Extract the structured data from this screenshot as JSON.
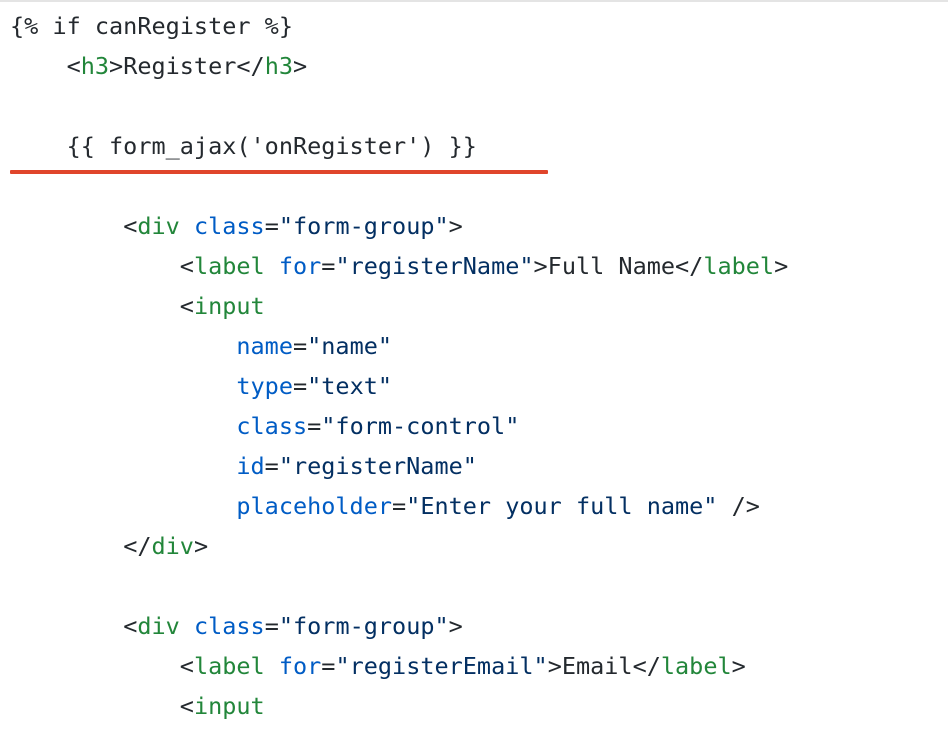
{
  "colors": {
    "text": "#24292e",
    "tag": "#22863a",
    "attribute": "#005cc5",
    "string": "#032f62",
    "underline": "#e0452b"
  },
  "code": {
    "lines": [
      {
        "indent": 0,
        "tokens": [
          {
            "t": "{% if canRegister %}",
            "k": "plain"
          }
        ]
      },
      {
        "indent": 1,
        "tokens": [
          {
            "t": "<",
            "k": "plain"
          },
          {
            "t": "h3",
            "k": "tag"
          },
          {
            "t": ">Register</",
            "k": "plain"
          },
          {
            "t": "h3",
            "k": "tag"
          },
          {
            "t": ">",
            "k": "plain"
          }
        ]
      },
      {
        "indent": 0,
        "tokens": []
      },
      {
        "indent": 1,
        "tokens": [
          {
            "t": "{{ form_ajax('onRegister') }}",
            "k": "plain"
          }
        ]
      },
      {
        "indent": 0,
        "tokens": []
      },
      {
        "indent": 2,
        "tokens": [
          {
            "t": "<",
            "k": "plain"
          },
          {
            "t": "div",
            "k": "tag"
          },
          {
            "t": " ",
            "k": "plain"
          },
          {
            "t": "class",
            "k": "attr"
          },
          {
            "t": "=",
            "k": "plain"
          },
          {
            "t": "\"form-group\"",
            "k": "str"
          },
          {
            "t": ">",
            "k": "plain"
          }
        ]
      },
      {
        "indent": 3,
        "tokens": [
          {
            "t": "<",
            "k": "plain"
          },
          {
            "t": "label",
            "k": "tag"
          },
          {
            "t": " ",
            "k": "plain"
          },
          {
            "t": "for",
            "k": "attr"
          },
          {
            "t": "=",
            "k": "plain"
          },
          {
            "t": "\"registerName\"",
            "k": "str"
          },
          {
            "t": ">Full Name</",
            "k": "plain"
          },
          {
            "t": "label",
            "k": "tag"
          },
          {
            "t": ">",
            "k": "plain"
          }
        ]
      },
      {
        "indent": 3,
        "tokens": [
          {
            "t": "<",
            "k": "plain"
          },
          {
            "t": "input",
            "k": "tag"
          }
        ]
      },
      {
        "indent": 4,
        "tokens": [
          {
            "t": "name",
            "k": "attr"
          },
          {
            "t": "=",
            "k": "plain"
          },
          {
            "t": "\"name\"",
            "k": "str"
          }
        ]
      },
      {
        "indent": 4,
        "tokens": [
          {
            "t": "type",
            "k": "attr"
          },
          {
            "t": "=",
            "k": "plain"
          },
          {
            "t": "\"text\"",
            "k": "str"
          }
        ]
      },
      {
        "indent": 4,
        "tokens": [
          {
            "t": "class",
            "k": "attr"
          },
          {
            "t": "=",
            "k": "plain"
          },
          {
            "t": "\"form-control\"",
            "k": "str"
          }
        ]
      },
      {
        "indent": 4,
        "tokens": [
          {
            "t": "id",
            "k": "attr"
          },
          {
            "t": "=",
            "k": "plain"
          },
          {
            "t": "\"registerName\"",
            "k": "str"
          }
        ]
      },
      {
        "indent": 4,
        "tokens": [
          {
            "t": "placeholder",
            "k": "attr"
          },
          {
            "t": "=",
            "k": "plain"
          },
          {
            "t": "\"Enter your full name\"",
            "k": "str"
          },
          {
            "t": " />",
            "k": "plain"
          }
        ]
      },
      {
        "indent": 2,
        "tokens": [
          {
            "t": "</",
            "k": "plain"
          },
          {
            "t": "div",
            "k": "tag"
          },
          {
            "t": ">",
            "k": "plain"
          }
        ]
      },
      {
        "indent": 0,
        "tokens": []
      },
      {
        "indent": 2,
        "tokens": [
          {
            "t": "<",
            "k": "plain"
          },
          {
            "t": "div",
            "k": "tag"
          },
          {
            "t": " ",
            "k": "plain"
          },
          {
            "t": "class",
            "k": "attr"
          },
          {
            "t": "=",
            "k": "plain"
          },
          {
            "t": "\"form-group\"",
            "k": "str"
          },
          {
            "t": ">",
            "k": "plain"
          }
        ]
      },
      {
        "indent": 3,
        "tokens": [
          {
            "t": "<",
            "k": "plain"
          },
          {
            "t": "label",
            "k": "tag"
          },
          {
            "t": " ",
            "k": "plain"
          },
          {
            "t": "for",
            "k": "attr"
          },
          {
            "t": "=",
            "k": "plain"
          },
          {
            "t": "\"registerEmail\"",
            "k": "str"
          },
          {
            "t": ">Email</",
            "k": "plain"
          },
          {
            "t": "label",
            "k": "tag"
          },
          {
            "t": ">",
            "k": "plain"
          }
        ]
      },
      {
        "indent": 3,
        "tokens": [
          {
            "t": "<",
            "k": "plain"
          },
          {
            "t": "input",
            "k": "tag"
          }
        ]
      }
    ]
  }
}
